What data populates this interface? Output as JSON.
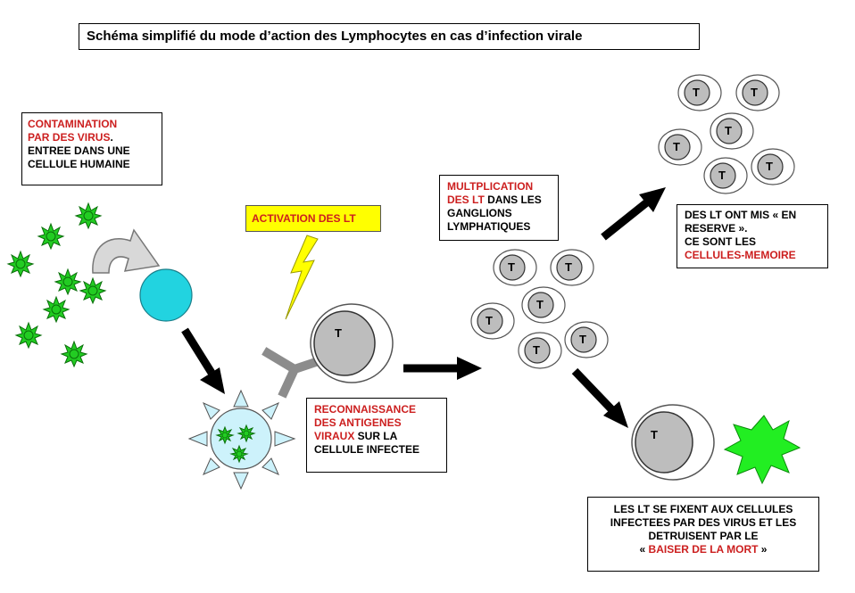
{
  "title": "Schéma simplifié du mode d’action des Lymphocytes en cas d’infection virale",
  "contamination": {
    "line1": "CONTAMINATION",
    "line2_red": "PAR DES VIRUS",
    "line2_black": ".",
    "line3": "ENTREE DANS UNE",
    "line4": "CELLULE HUMAINE"
  },
  "activation": "ACTIVATION DES LT",
  "recognition": {
    "line1": "RECONNAISSANCE",
    "line2": "DES ANTIGENES",
    "line3_red": "VIRAUX",
    "line3_black": " SUR LA",
    "line4": "CELLULE INFECTEE"
  },
  "multiplication": {
    "line1": "MULTPLICATION",
    "line2_red": "DES LT",
    "line2_black": " DANS LES",
    "line3": "GANGLIONS",
    "line4": "LYMPHATIQUES"
  },
  "memory": {
    "line1": "DES LT ONT MIS « EN",
    "line2": "RESERVE ».",
    "line3": "CE SONT LES",
    "line4": "CELLULES-MEMOIRE"
  },
  "kiss": {
    "line1": "LES LT SE FIXENT AUX CELLULES",
    "line2": "INFECTEES PAR DES VIRUS ET LES",
    "line3": "DETRUISENT PAR LE",
    "line4_open": "« ",
    "line4_red": "BAISER DE LA MORT",
    "line4_close": " »"
  },
  "cell_label": "T",
  "colors": {
    "virus": "#22cc22",
    "human_cell": "#22d3e0",
    "infected_cell": "#cdf2fb",
    "lightning": "#ffff00",
    "nucleus": "#bdbdbd",
    "highlight_red": "#cc1f1f",
    "receptor": "#8c8c8c",
    "dead_cell": "#22ee22"
  }
}
